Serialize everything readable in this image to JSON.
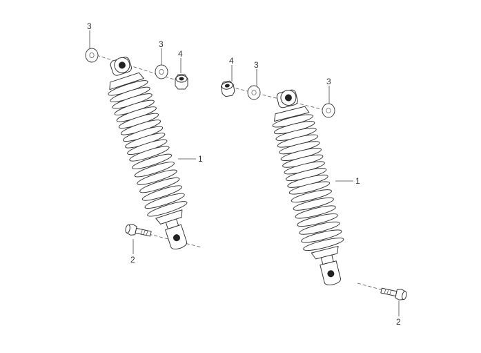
{
  "callouts": {
    "left": {
      "washer_outer": "3",
      "washer_inner": "3",
      "nut": "4",
      "shock": "1",
      "bolt": "2"
    },
    "right": {
      "nut": "4",
      "washer_inner": "3",
      "washer_outer": "3",
      "shock": "1",
      "bolt": "2"
    }
  }
}
